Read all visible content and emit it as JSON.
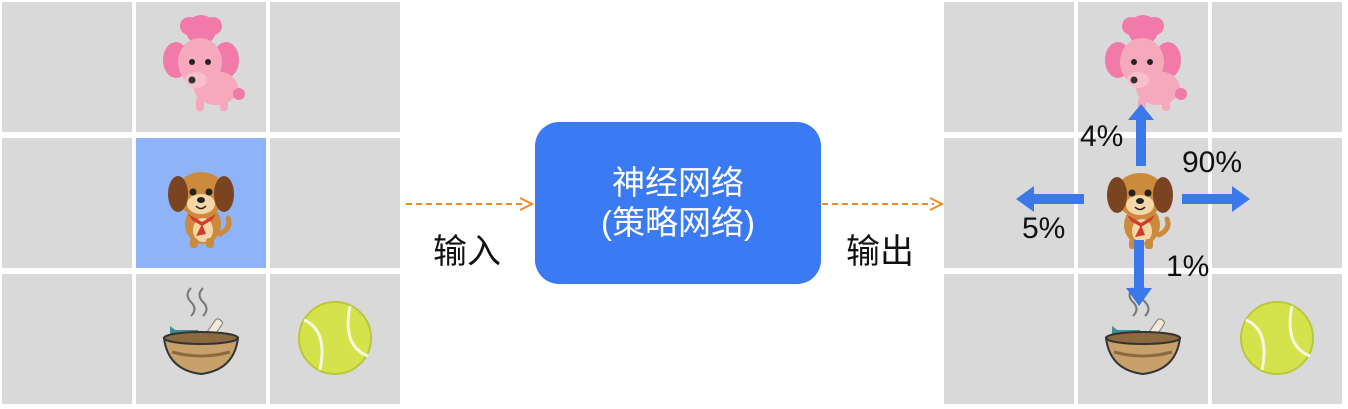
{
  "network": {
    "line1": "神经网络",
    "line2": "(策略网络)"
  },
  "input_label": "输入",
  "output_label": "输出",
  "probabilities": {
    "up": {
      "label": "4%",
      "value": 4
    },
    "right": {
      "label": "90%",
      "value": 90
    },
    "left": {
      "label": "5%",
      "value": 5
    },
    "down": {
      "label": "1%",
      "value": 1
    }
  },
  "colors": {
    "cell": "#d9d9d9",
    "agent_cell": "#8fb3f9",
    "network_box": "#3a7af2",
    "dashed_arrow": "#f08a24",
    "prob_arrow": "#3b78ea"
  },
  "icons": {
    "rival": "poodle-icon",
    "agent": "puppy-icon",
    "food": "food-bowl-icon",
    "goal": "tennis-ball-icon"
  }
}
